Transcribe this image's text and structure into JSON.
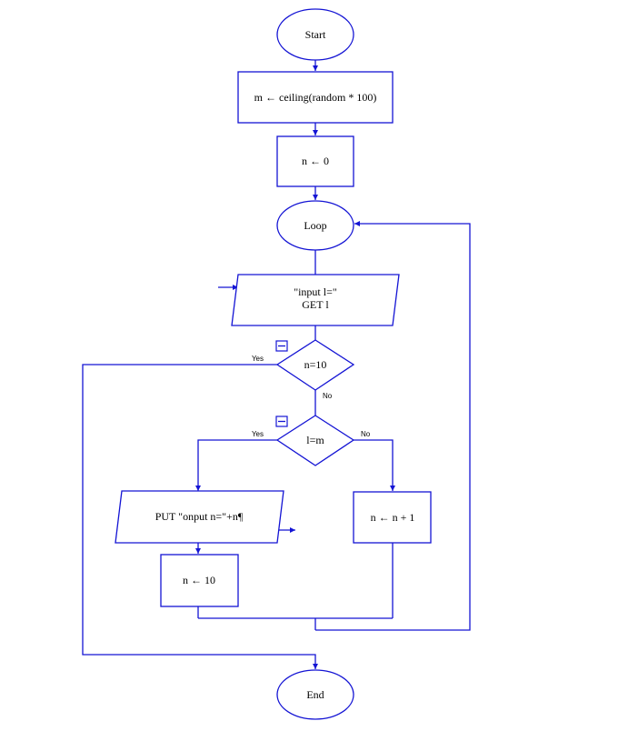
{
  "flowchart": {
    "start": "Start",
    "assign_m": "m ← ceiling(random * 100)",
    "assign_n": "n ← 0",
    "loop": "Loop",
    "input_line1": "\"input l=\"",
    "input_line2": "GET l",
    "decision_n": "n=10",
    "decision_l": "l=m",
    "output": "PUT \"onput n=\"+n¶",
    "set_n_10": "n ← 10",
    "increment_n": "n ← n + 1",
    "end": "End",
    "yes_label": "Yes",
    "no_label": "No"
  },
  "colors": {
    "stroke": "#1414d4",
    "text": "#000000",
    "background": "#ffffff"
  }
}
